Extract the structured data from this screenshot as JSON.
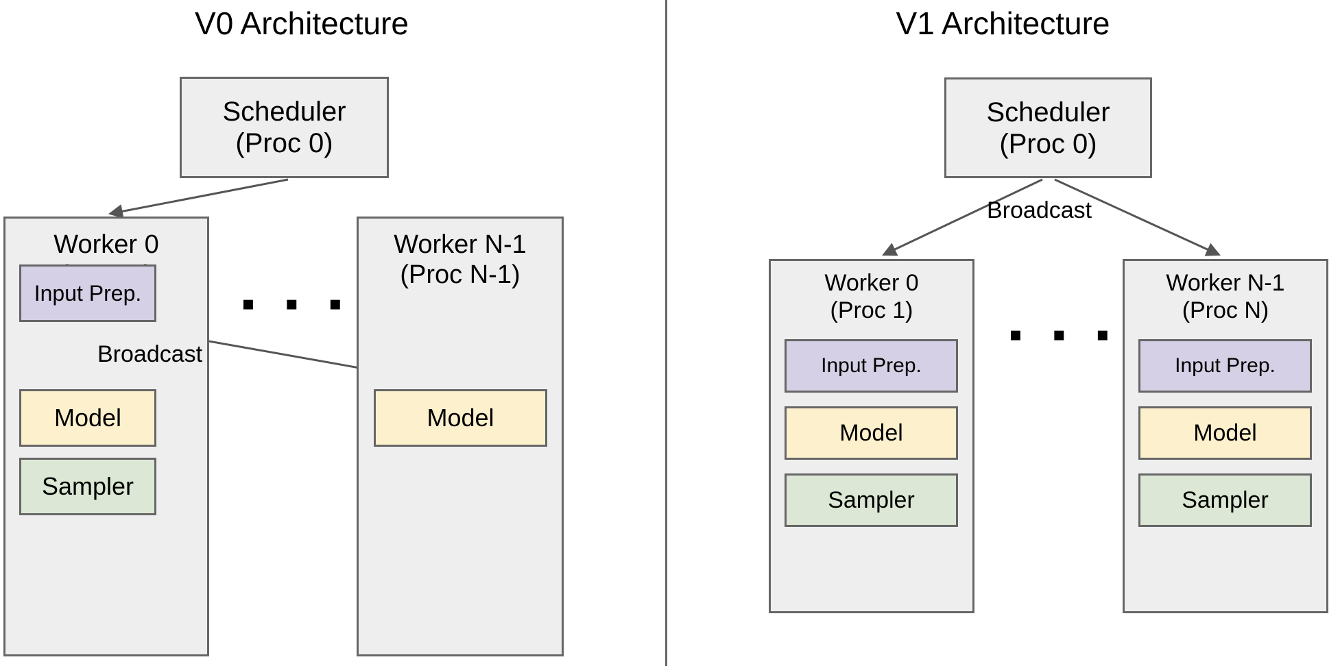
{
  "figure": {
    "kind": "architecture-comparison-diagram",
    "divider_color": "#666666",
    "background": "#ffffff"
  },
  "palette": {
    "container_fill": "#eeeeee",
    "container_stroke": "#666666",
    "input_prep_fill": "#d5d0e5",
    "model_fill": "#fcf0cd",
    "sampler_fill": "#dce8d5",
    "arrow_color": "#555555",
    "text_color": "#000000"
  },
  "v0": {
    "title": "V0 Architecture",
    "scheduler": {
      "label": "Scheduler\n(Proc 0)"
    },
    "ellipsis": "▪ ▪ ▪",
    "broadcast_label": "Broadcast",
    "workers": [
      {
        "title": "Worker 0\n(Proc 0)",
        "components": [
          {
            "name": "input-prep",
            "label": "Input Prep."
          },
          {
            "name": "model",
            "label": "Model"
          },
          {
            "name": "sampler",
            "label": "Sampler"
          }
        ]
      },
      {
        "title": "Worker N-1\n(Proc N-1)",
        "components": [
          {
            "name": "model",
            "label": "Model"
          }
        ]
      }
    ]
  },
  "v1": {
    "title": "V1 Architecture",
    "scheduler": {
      "label": "Scheduler\n(Proc 0)"
    },
    "ellipsis": "▪ ▪ ▪",
    "broadcast_label": "Broadcast",
    "workers": [
      {
        "title": "Worker 0\n(Proc 1)",
        "components": [
          {
            "name": "input-prep",
            "label": "Input Prep."
          },
          {
            "name": "model",
            "label": "Model"
          },
          {
            "name": "sampler",
            "label": "Sampler"
          }
        ]
      },
      {
        "title": "Worker N-1\n(Proc N)",
        "components": [
          {
            "name": "input-prep",
            "label": "Input Prep."
          },
          {
            "name": "model",
            "label": "Model"
          },
          {
            "name": "sampler",
            "label": "Sampler"
          }
        ]
      }
    ]
  }
}
